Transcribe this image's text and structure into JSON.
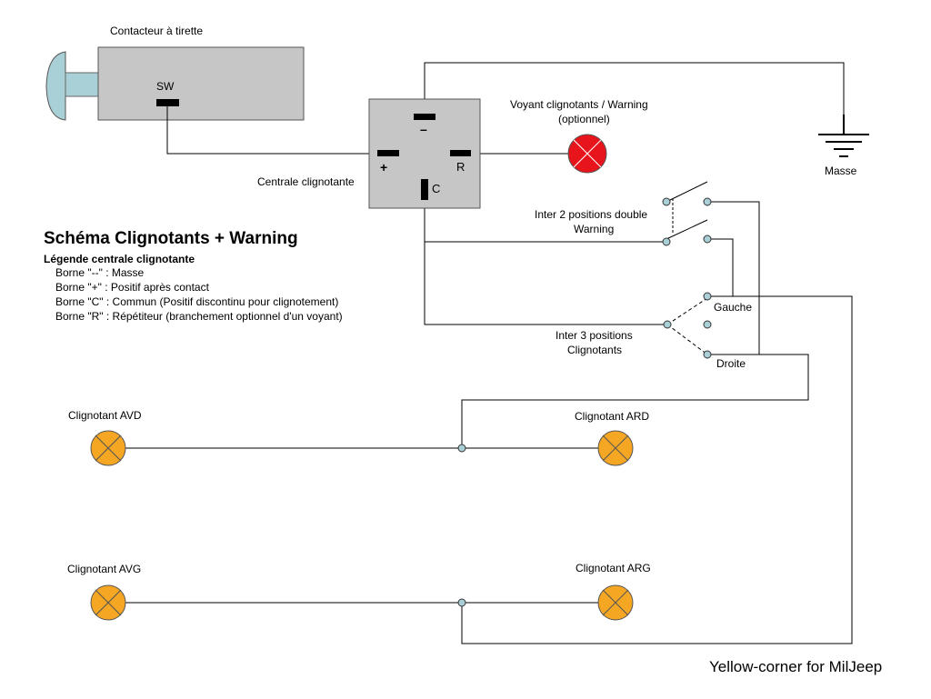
{
  "title": "Schéma Clignotants + Warning",
  "legend": {
    "title": "Légende centrale clignotante",
    "items": [
      "Borne \"--\" : Masse",
      "Borne \"+\" : Positif après contact",
      "Borne \"C\" : Commun (Positif discontinu pour clignotement)",
      "Borne \"R\" : Répétiteur (branchement optionnel d'un voyant)"
    ]
  },
  "components": {
    "pull_switch": {
      "label": "Contacteur à tirette",
      "terminal": "SW"
    },
    "flasher_unit": {
      "label": "Centrale clignotante",
      "terminal_minus": "–",
      "terminal_plus": "+",
      "terminal_r": "R",
      "terminal_c": "C"
    },
    "indicator_lamp": {
      "label_line1": "Voyant clignotants / Warning",
      "label_line2": "(optionnel)"
    },
    "ground": {
      "label": "Masse"
    },
    "warning_switch": {
      "label_line1": "Inter 2 positions double",
      "label_line2": "Warning"
    },
    "turn_switch": {
      "label_line1": "Inter 3 positions",
      "label_line2": "Clignotants",
      "pos_left": "Gauche",
      "pos_right": "Droite"
    },
    "lamps": {
      "front_right": "Clignotant AVD",
      "rear_right": "Clignotant ARD",
      "front_left": "Clignotant AVG",
      "rear_left": "Clignotant ARG"
    }
  },
  "footer": "Yellow-corner for MilJeep",
  "colors": {
    "lamp_fill": "#f5a623",
    "indicator_fill": "#e8141c",
    "box_fill": "#c6c6c6",
    "knob_fill": "#a9d0d6",
    "contact_fill": "#a9d0d6"
  }
}
